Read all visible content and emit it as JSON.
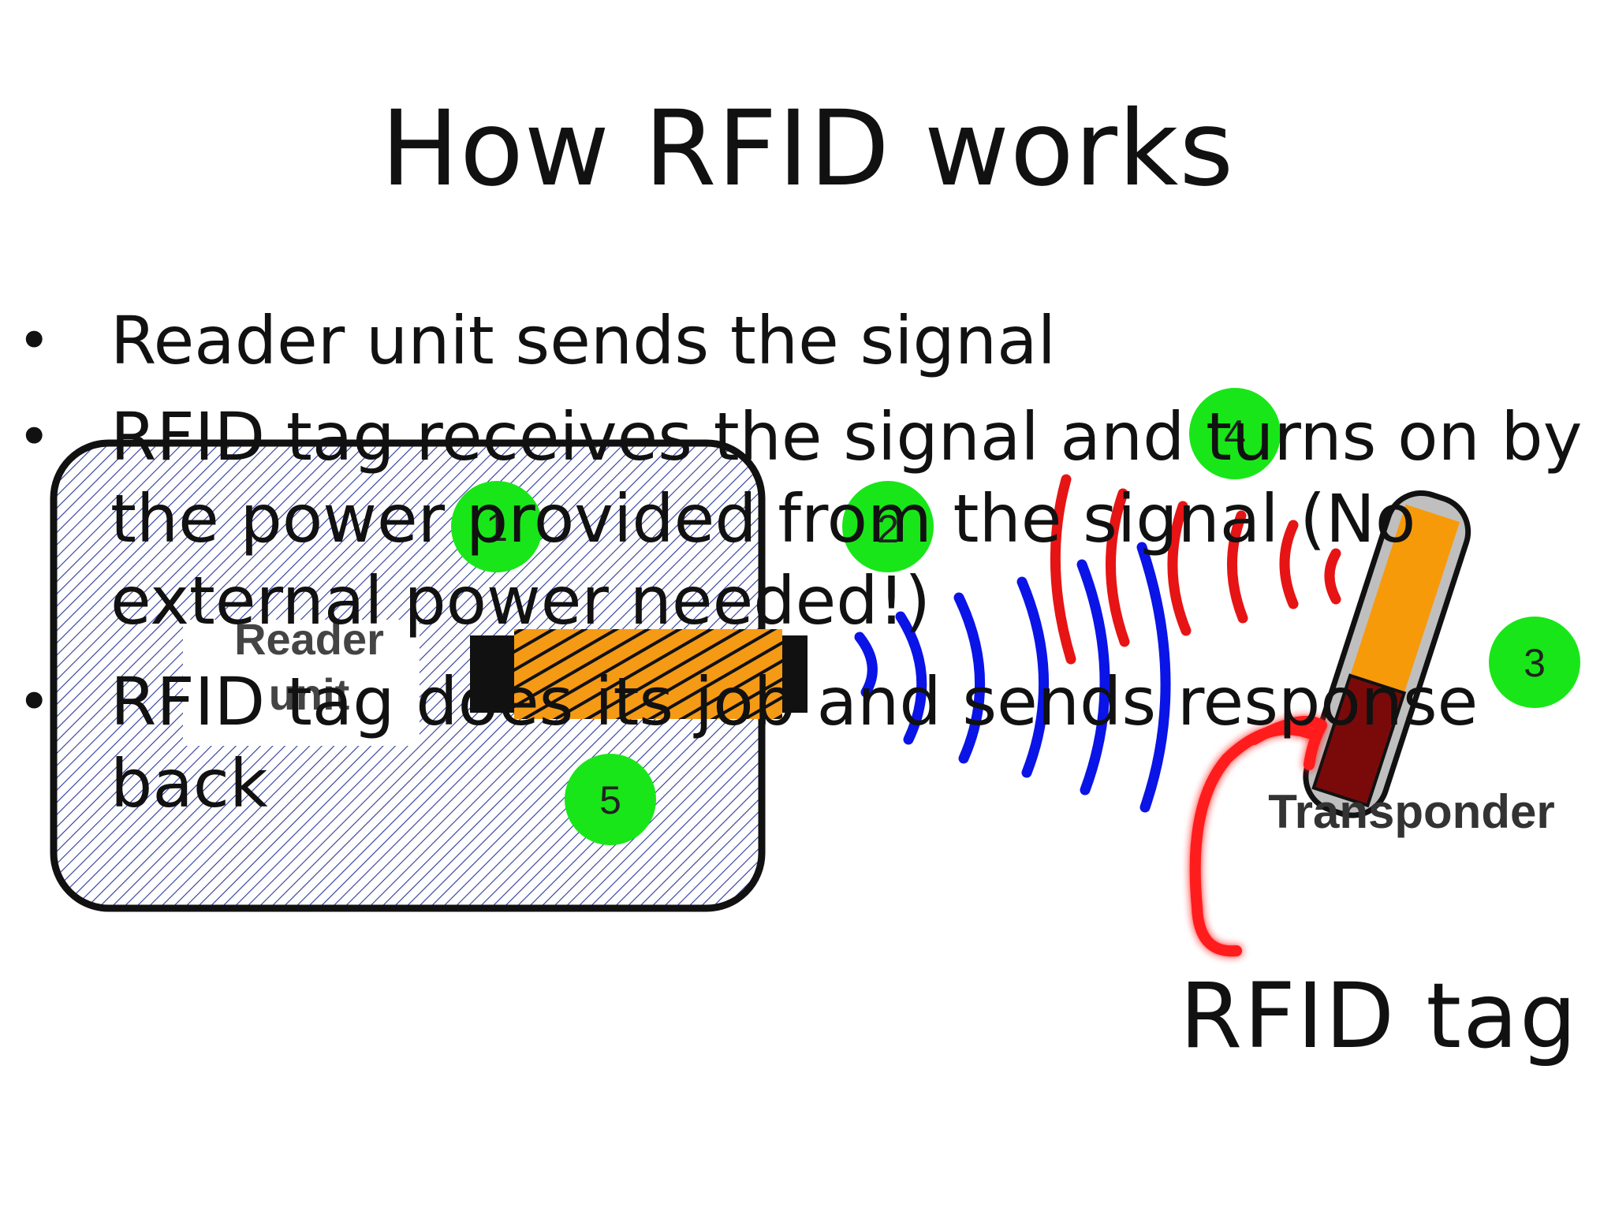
{
  "slide": {
    "title": "How RFID works",
    "bullets": [
      "Reader unit sends the signal",
      "RFID tag receives the signal and turns on by the power provided from the signal (No external power needed!)",
      "RFID tag does its job and sends response back"
    ],
    "bullet_glyph": "•"
  },
  "diagram": {
    "reader_label_line1": "Reader",
    "reader_label_line2": "unit",
    "transponder_label": "Transponder",
    "tag_annotation": "RFID tag",
    "steps": [
      "1",
      "2",
      "3",
      "4",
      "5"
    ],
    "colors": {
      "step_circle": "#19e619",
      "outgoing_wave": "#0a14e6",
      "incoming_wave": "#e61414",
      "antenna_coil": "#f59a14",
      "transponder_body": "#f79a0a",
      "transponder_chip": "#7a0a0a",
      "reader_hatch": "#2a3a9a",
      "annotation_arrow": "#ff1a1a"
    }
  }
}
